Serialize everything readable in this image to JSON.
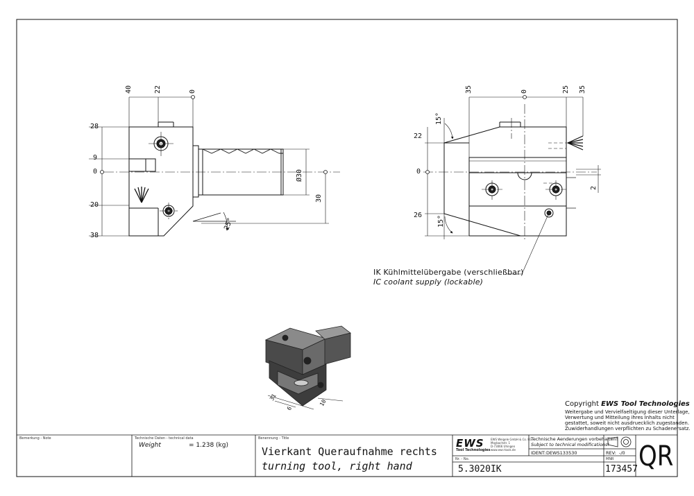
{
  "front_view": {
    "top_dims": [
      "40",
      "22",
      "0"
    ],
    "left_dims": [
      "28",
      "9",
      "0",
      "20",
      "38"
    ],
    "diameter_label": "Ø30",
    "right_dim": "30",
    "angle_label": "25°"
  },
  "side_view": {
    "top_dims": [
      "35",
      "0",
      "25",
      "35"
    ],
    "left_dims": [
      "22",
      "0",
      "26"
    ],
    "right_dim": "2",
    "angle_top": "15°",
    "angle_bottom": "15°"
  },
  "iso_view": {
    "dims": [
      "31",
      "6",
      "10"
    ]
  },
  "coolant_note": {
    "de": "IK Kühlmittelübergabe (verschließbar)",
    "en": "IC coolant supply (lockable)"
  },
  "copyright": {
    "prefix": "Copyright",
    "brand": "EWS Tool Technologies",
    "lines": [
      "Weitergabe und Vervielfaeltigung dieser Unterlage,",
      "Verwertung und Mitteilung ihres Inhalts nicht",
      "gestattet, soweit nicht ausdruecklich zugestanden.",
      "Zuwiderhandlungen verpflichten zu Schadenersatz."
    ]
  },
  "title_block": {
    "remark_label": "Bemerkung - Note",
    "techdata_label": "Technische Daten - technical data",
    "weight_label": "Weight",
    "weight_value": "=   1.238 (kg)",
    "designation_label": "Benennung - Title",
    "title_de": "Vierkant Queraufnahme rechts",
    "title_en": "turning tool, right hand",
    "logo_text": "EWS",
    "logo_sub": "Tool Technologies",
    "company_lines": [
      "EWS Weigele GmbH & Co. KG",
      "Maybachstr. 1",
      "D-73066 Uhingen",
      "www.ews-tools.de"
    ],
    "change_de": "Technische Aenderungen vorbehalten!",
    "change_en": "Subject to technical modifications!",
    "ident_label": "IDENT:",
    "ident_value": "DEWS133530",
    "rev_label": "REV:",
    "rev_value": "-/0",
    "part_no_label": "Nr. - No.",
    "part_no": "5.3020IK",
    "mnr_label": "MNR",
    "mnr": "173457",
    "qr": "QR"
  }
}
